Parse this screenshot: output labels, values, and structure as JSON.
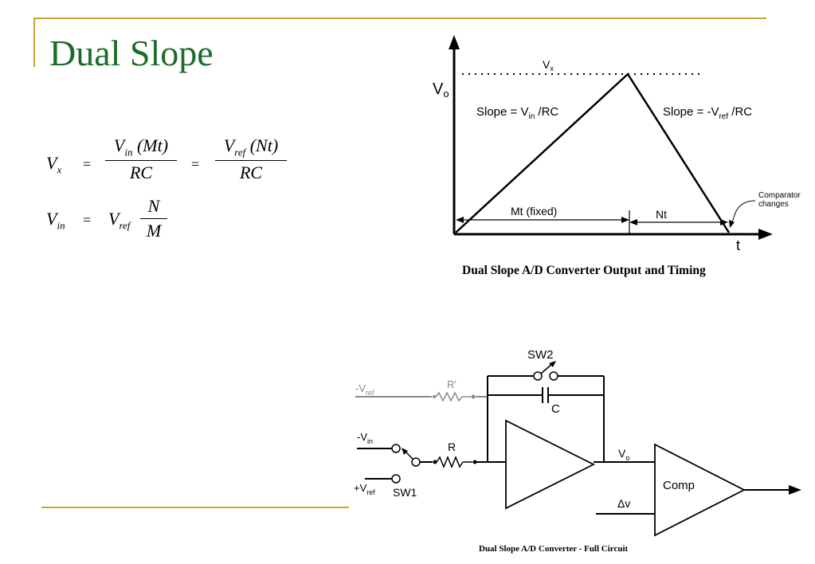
{
  "slide": {
    "title": "Dual Slope",
    "accent_color": "#c9a436",
    "title_color": "#1d6b2a"
  },
  "equations": {
    "eq1_lhs_var": "V",
    "eq1_lhs_sub": "x",
    "eq1_frac1_num_var": "V",
    "eq1_frac1_num_sub": "in",
    "eq1_frac1_num_paren": "(Mt)",
    "eq1_frac1_den": "RC",
    "eq1_frac2_num_var": "V",
    "eq1_frac2_num_sub": "ref",
    "eq1_frac2_num_paren": "(Nt)",
    "eq1_frac2_den": "RC",
    "eq2_lhs_var": "V",
    "eq2_lhs_sub": "in",
    "eq2_rhs_var": "V",
    "eq2_rhs_sub": "ref",
    "eq2_frac_num": "N",
    "eq2_frac_den": "M",
    "equals": "="
  },
  "timing_diagram": {
    "y_label_main": "V",
    "y_label_sub": "o",
    "peak_label_main": "V",
    "peak_label_sub": "x",
    "slope_up_prefix": "Slope = V",
    "slope_up_sub": "in",
    "slope_up_suffix": " /RC",
    "slope_down_prefix": "Slope = -V",
    "slope_down_sub": "ref",
    "slope_down_suffix": " /RC",
    "mt_label": "Mt (fixed)",
    "nt_label": "Nt",
    "t_label": "t",
    "comparator_line1": "Comparator",
    "comparator_line2": "changes",
    "caption": "Dual Slope A/D Converter Output and Timing"
  },
  "circuit": {
    "neg_vref_main": "-V",
    "neg_vref_sub": "ref",
    "r_prime": "R'",
    "sw2": "SW2",
    "c_label": "C",
    "neg_vin_main": "-V",
    "neg_vin_sub": "in",
    "r_label": "R",
    "pos_vref_main": "+V",
    "pos_vref_sub": "ref",
    "sw1": "SW1",
    "vo_main": "V",
    "vo_sub": "o",
    "comp": "Comp",
    "delta_v": "Δv",
    "caption": "Dual Slope A/D Converter - Full Circuit"
  }
}
